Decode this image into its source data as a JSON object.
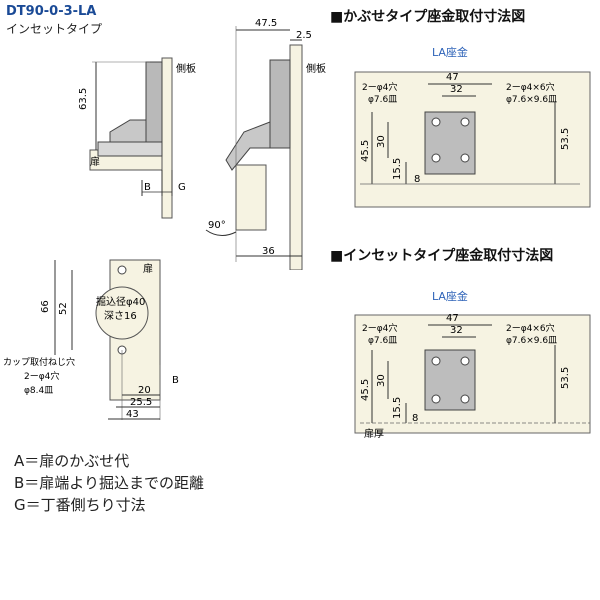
{
  "header": {
    "model": "DT90-0-3-LA",
    "type": "インセットタイプ"
  },
  "side_view": {
    "dim_475": "47.5",
    "dim_25": "2.5",
    "dim_635": "63.5",
    "label_side_panel_1": "側板",
    "label_side_panel_2": "側板",
    "label_door": "扉",
    "label_b": "B",
    "label_g": "G",
    "angle": "90°",
    "dim_36": "36"
  },
  "cup_view": {
    "label_door": "扉",
    "dim_66": "66",
    "dim_52": "52",
    "boring_1": "掘込径φ40",
    "boring_2": "深さ16",
    "screw_1": "カップ取付ねじ穴",
    "screw_2": "2ーφ4穴",
    "screw_3": "φ8.4皿",
    "dim_20": "20",
    "dim_255": "25.5",
    "dim_43": "43",
    "label_b": "B"
  },
  "sections": [
    {
      "title": "■かぶせタイプ座金取付寸法図",
      "la": "LA座金",
      "dim_47": "47",
      "dim_32": "32",
      "left_hole_1": "2ーφ4穴",
      "left_hole_2": "φ7.6皿",
      "right_hole_1": "2ーφ4×6穴",
      "right_hole_2": "φ7.6×9.6皿",
      "dim_455": "45.5",
      "dim_30": "30",
      "dim_155": "15.5",
      "dim_8": "8",
      "dim_535": "53.5"
    },
    {
      "title": "■インセットタイプ座金取付寸法図",
      "la": "LA座金",
      "dim_47": "47",
      "dim_32": "32",
      "left_hole_1": "2ーφ4穴",
      "left_hole_2": "φ7.6皿",
      "right_hole_1": "2ーφ4×6穴",
      "right_hole_2": "φ7.6×9.6皿",
      "dim_455": "45.5",
      "dim_30": "30",
      "dim_155": "15.5",
      "dim_535": "53.5",
      "dim_8": "8",
      "door_thickness": "扉厚"
    }
  ],
  "legend": [
    "A＝扉のかぶせ代",
    "B＝扉端より掘込までの距離",
    "G＝丁番側ちり寸法"
  ]
}
